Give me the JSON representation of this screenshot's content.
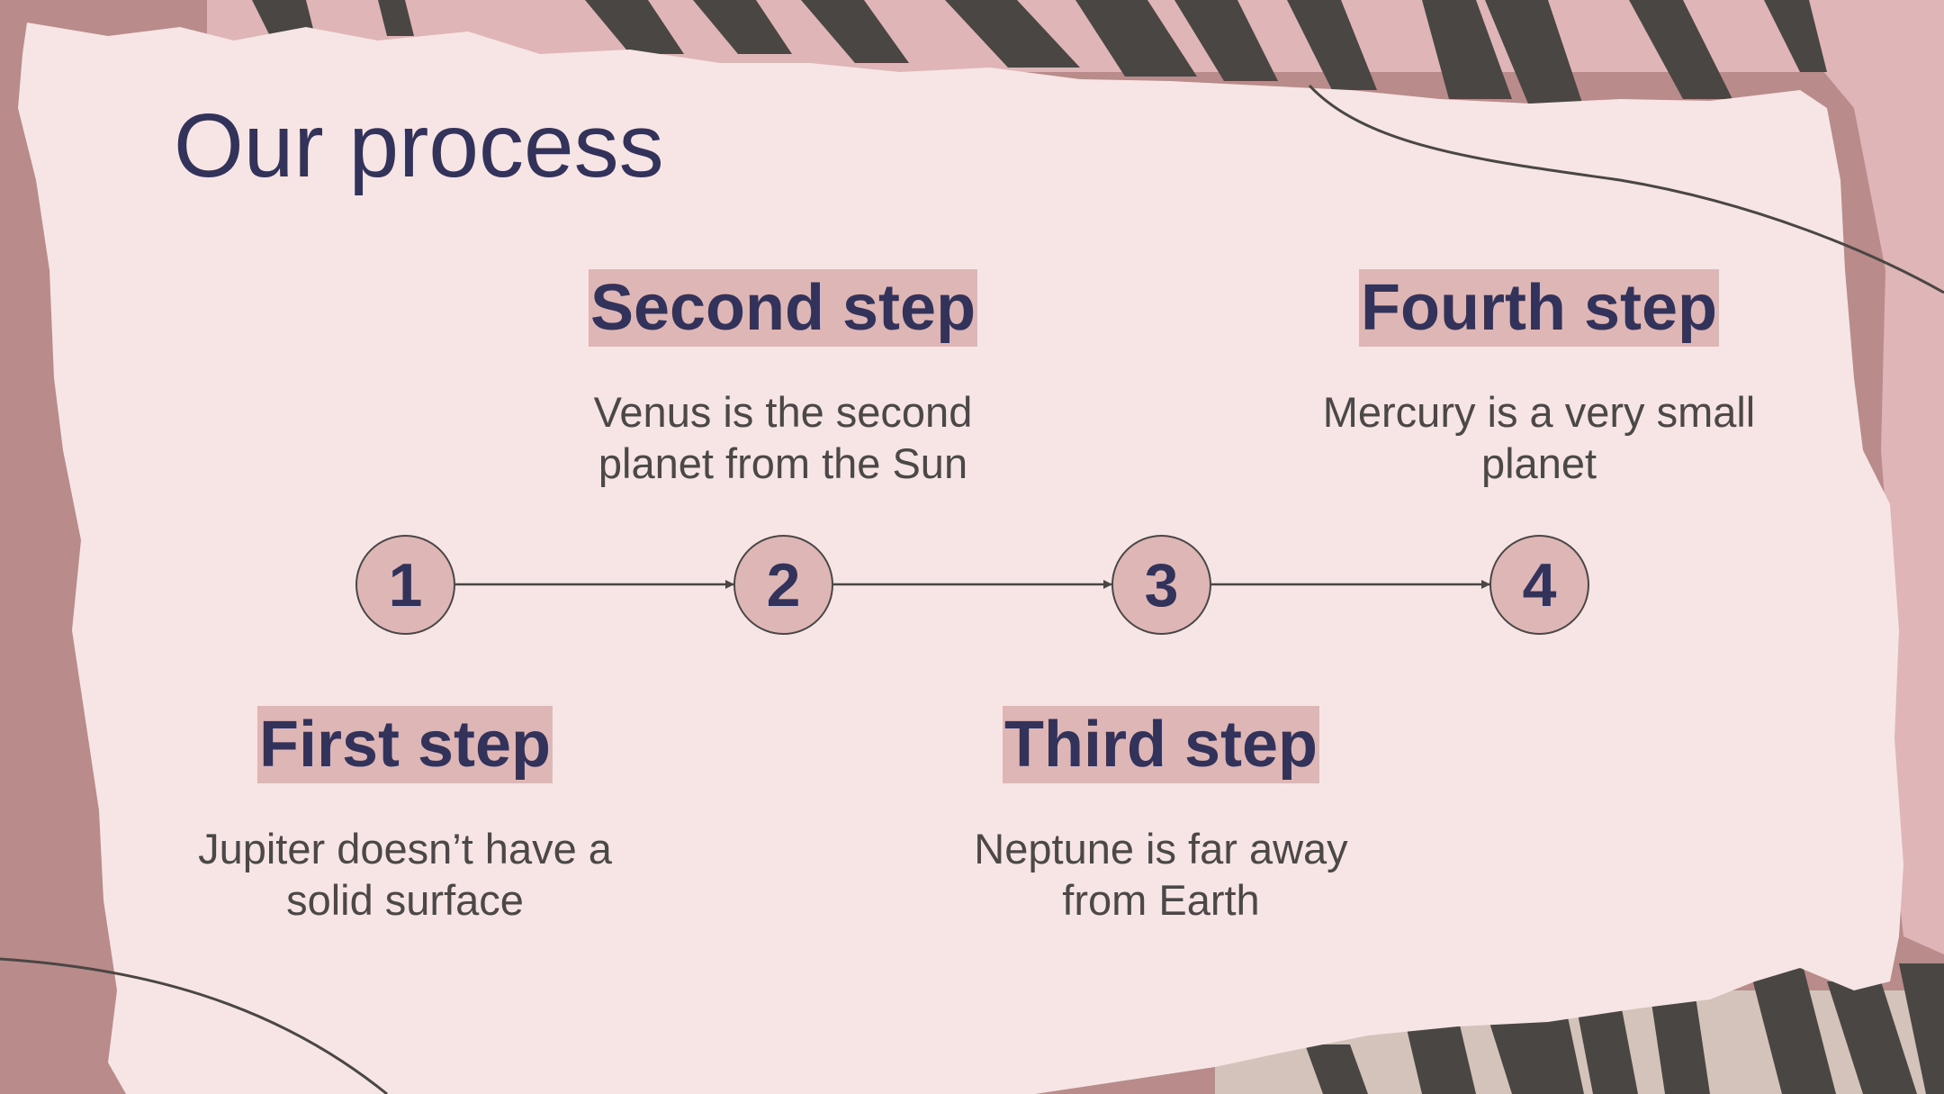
{
  "slide": {
    "title": "Our process"
  },
  "steps": [
    {
      "number": "1",
      "heading": "First step",
      "description": "Jupiter doesn’t have a solid surface"
    },
    {
      "number": "2",
      "heading": "Second step",
      "description": "Venus is the second planet from the Sun"
    },
    {
      "number": "3",
      "heading": "Third step",
      "description": "Neptune is far away from Earth"
    },
    {
      "number": "4",
      "heading": "Fourth step",
      "description": "Mercury is a very small planet"
    }
  ],
  "colors": {
    "title": "#33325a",
    "heading_highlight": "#deb6b6",
    "paper": "#f7e5e5",
    "stripe_dark": "#4a4643",
    "stripe_pink": "#e0b5b7",
    "frame_mauve": "#b98b8b"
  }
}
